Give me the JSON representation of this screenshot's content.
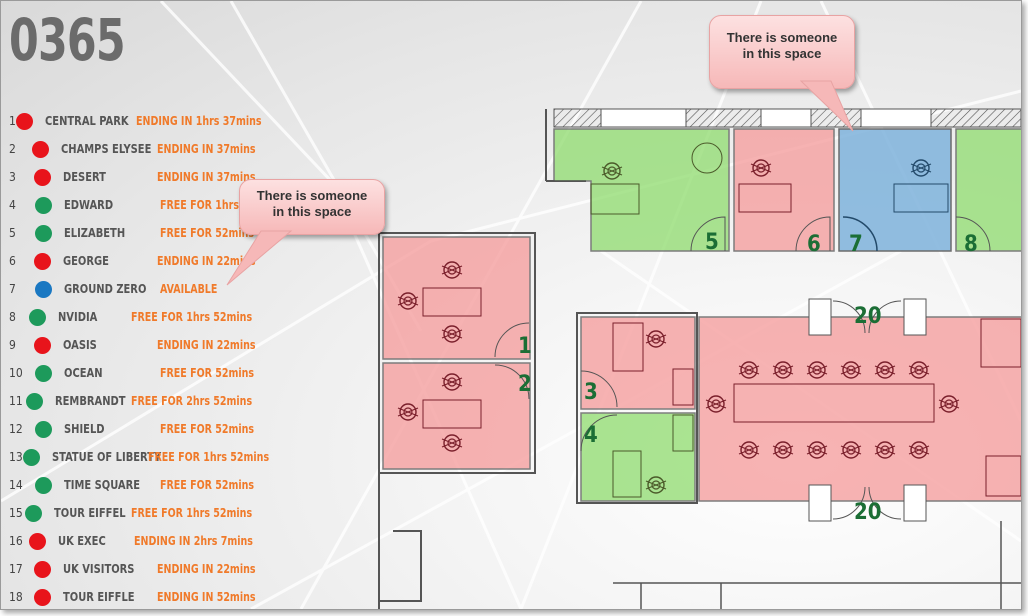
{
  "app": {
    "title": "0365"
  },
  "colors": {
    "busy": "#e8141b",
    "free": "#1d9a5b",
    "available": "#1a78c2",
    "status_text": "#f07a2a"
  },
  "rooms": [
    {
      "num": "1",
      "state": "busy",
      "name": "CENTRAL PARK",
      "status": "ENDING IN 1hrs 37mins"
    },
    {
      "num": "2",
      "state": "busy",
      "name": "CHAMPS ELYSEE",
      "status": "ENDING IN 37mins"
    },
    {
      "num": "3",
      "state": "busy",
      "name": "DESERT",
      "status": "ENDING IN 37mins"
    },
    {
      "num": "4",
      "state": "free",
      "name": "EDWARD",
      "status": "FREE FOR 1hrs 22"
    },
    {
      "num": "5",
      "state": "free",
      "name": "ELIZABETH",
      "status": "FREE FOR 52mins"
    },
    {
      "num": "6",
      "state": "busy",
      "name": "GEORGE",
      "status": "ENDING IN 22mins"
    },
    {
      "num": "7",
      "state": "available",
      "name": "GROUND ZERO",
      "status": "AVAILABLE"
    },
    {
      "num": "8",
      "state": "free",
      "name": "NVIDIA",
      "status": "FREE FOR 1hrs 52mins"
    },
    {
      "num": "9",
      "state": "busy",
      "name": "OASIS",
      "status": "ENDING IN 22mins"
    },
    {
      "num": "10",
      "state": "free",
      "name": "OCEAN",
      "status": "FREE FOR 52mins"
    },
    {
      "num": "11",
      "state": "free",
      "name": "REMBRANDT",
      "status": "FREE FOR 2hrs 52mins"
    },
    {
      "num": "12",
      "state": "free",
      "name": "SHIELD",
      "status": "FREE FOR 52mins"
    },
    {
      "num": "13",
      "state": "free",
      "name": "STATUE OF LIBERTY",
      "status": "FREE FOR 1hrs 52mins"
    },
    {
      "num": "14",
      "state": "free",
      "name": "TIME SQUARE",
      "status": "FREE FOR 52mins"
    },
    {
      "num": "15",
      "state": "free",
      "name": "TOUR EIFFEL",
      "status": "FREE FOR 1hrs 52mins"
    },
    {
      "num": "16",
      "state": "busy",
      "name": "UK EXEC",
      "status": "ENDING IN 2hrs 7mins"
    },
    {
      "num": "17",
      "state": "busy",
      "name": "UK VISITORS",
      "status": "ENDING IN 22mins"
    },
    {
      "num": "18",
      "state": "busy",
      "name": "TOUR EIFFLE",
      "status": "ENDING IN 52mins"
    }
  ],
  "callouts": {
    "left": {
      "line1": "There is someone",
      "line2": "in this space"
    },
    "top": {
      "line1": "There is someone",
      "line2": "in this space"
    }
  },
  "floorplan": {
    "labels": {
      "r1": "1",
      "r2": "2",
      "r3": "3",
      "r4": "4",
      "r5": "5",
      "r6": "6",
      "r7": "7",
      "r8": "8",
      "r20a": "20",
      "r20b": "20"
    }
  }
}
